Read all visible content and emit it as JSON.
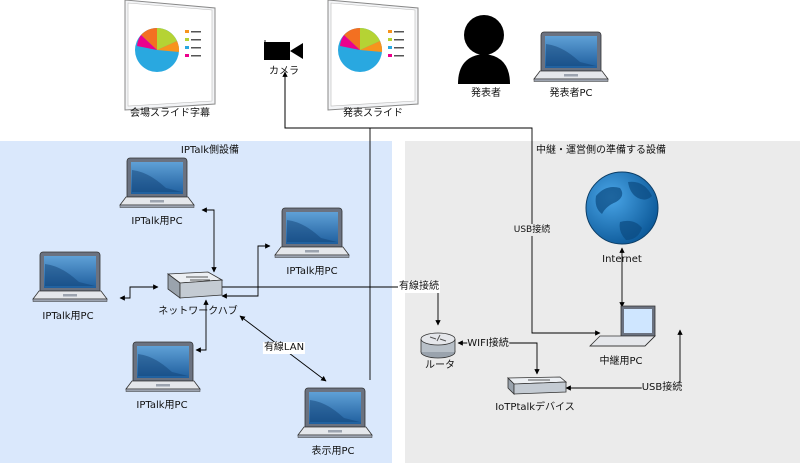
{
  "zones": {
    "iptalk_title": "IPTalk側設備",
    "relay_title": "中継・運営側の準備する設備"
  },
  "nodes": {
    "venue_screen": "会場スライド字幕",
    "camera": "カメラ",
    "presentation_slide": "発表スライド",
    "presenter": "発表者",
    "presenter_pc": "発表者PC",
    "iptalk_pc_1": "IPTalk用PC",
    "iptalk_pc_2": "IPTalk用PC",
    "iptalk_pc_3": "IPTalk用PC",
    "iptalk_pc_4": "IPTalk用PC",
    "network_hub": "ネットワークハブ",
    "display_pc": "表示用PC",
    "internet": "Internet",
    "router": "ルータ",
    "relay_pc": "中継用PC",
    "iotptalk_device": "IoTPtalkデバイス"
  },
  "edges": {
    "usb_1": "USB接続",
    "wired": "有線接続",
    "wired_lan": "有線LAN",
    "wifi": "WIFI接続",
    "usb_2": "USB接続"
  },
  "colors": {
    "iptalk_zone": "#dae8fc",
    "relay_zone": "#ebebeb",
    "laptop_screen": "#1f6fa8",
    "globe": "#1b75bc"
  }
}
